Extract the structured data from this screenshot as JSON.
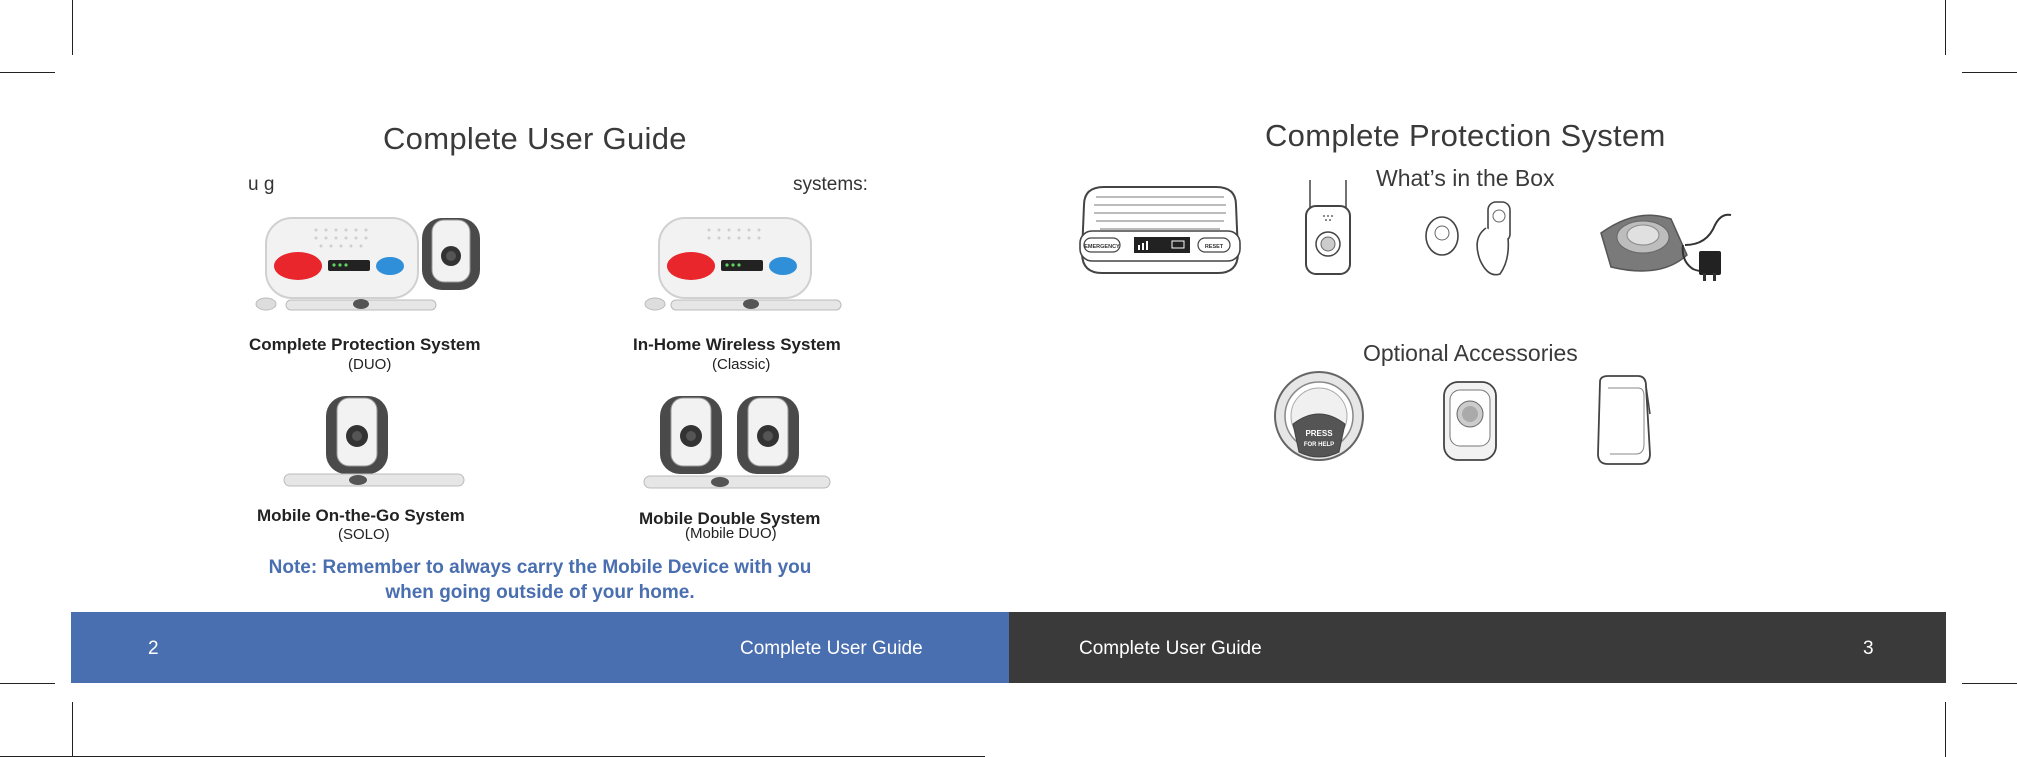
{
  "colors": {
    "footer_left": "#4a6fb0",
    "footer_right": "#3a3a3a",
    "note_text": "#4a6fb0",
    "emergency_red": "#e8262b",
    "reset_blue": "#2f8fd8"
  },
  "left_page": {
    "title": "Complete User Guide",
    "intro_start": "u     g",
    "intro_end": "systems:",
    "products": [
      {
        "name": "Complete Protection System",
        "sub": "(DUO)"
      },
      {
        "name": "In-Home Wireless System",
        "sub": "(Classic)"
      },
      {
        "name": "Mobile On-the-Go System",
        "sub": "(SOLO)"
      },
      {
        "name": "Mobile Double System",
        "sub": "(Mobile DUO)"
      }
    ],
    "note_line1": "Note: Remember to always carry the Mobile Device with you",
    "note_line2": "when going outside of your home.",
    "footer_page_number": "2",
    "footer_label": "Complete User Guide"
  },
  "right_page": {
    "title": "Complete Protection System",
    "box_heading": "What’s in the Box",
    "accessories_heading": "Optional Accessories",
    "base_labels": {
      "emergency": "EMERGENCY",
      "reset": "RESET"
    },
    "wall_button_label": "PRESS FOR HELP",
    "footer_page_number": "3",
    "footer_label": "Complete User Guide"
  },
  "icons": [
    "base-station-icon",
    "mobile-pendant-icon",
    "wrist-button-icon",
    "charging-cradle-icon",
    "wall-button-icon",
    "belt-clip-icon",
    "lanyard-case-icon"
  ]
}
